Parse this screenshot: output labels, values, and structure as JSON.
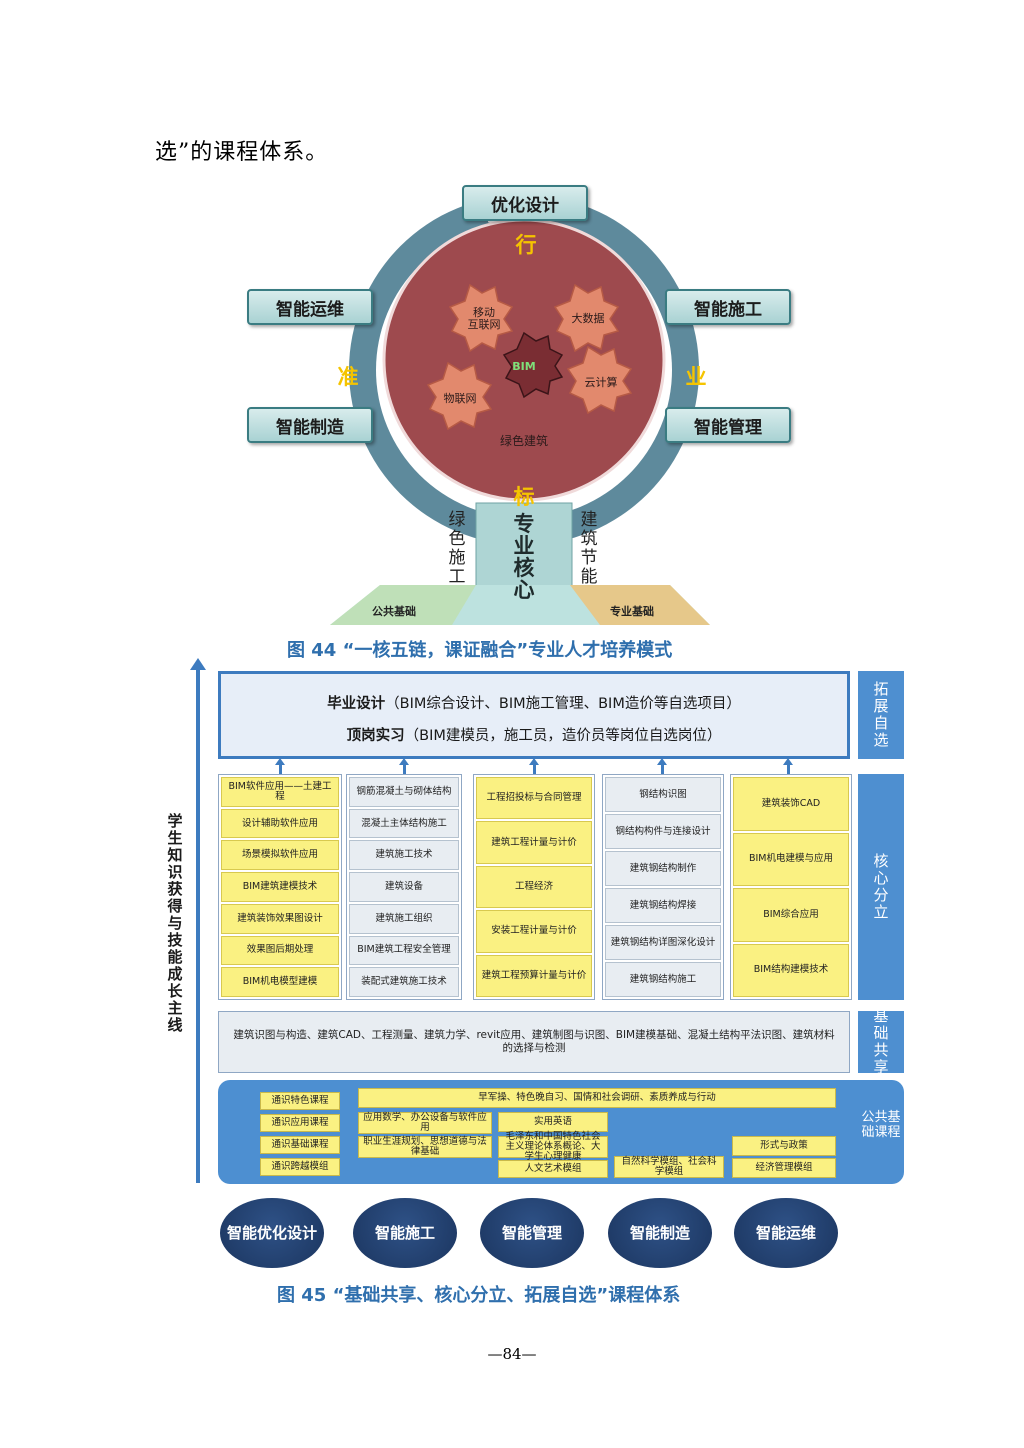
{
  "intro_text": "选”的课程体系。",
  "fig44": {
    "nodes": {
      "top": "优化设计",
      "left_top": "智能运维",
      "left_bottom": "智能制造",
      "right_top": "智能施工",
      "right_bottom": "智能管理"
    },
    "ring_chars": {
      "top": "行",
      "right": "业",
      "left": "准",
      "bottom": "标"
    },
    "gears": {
      "center": "BIM",
      "mobile": "移动\n互联网",
      "bigdata": "大数据",
      "cloud": "云计算",
      "iot": "物联网"
    },
    "green_building": "绿色建筑",
    "trunk": "专业核心",
    "left_side": "绿色施工",
    "right_side": "建筑节能",
    "base_left": "公共基础",
    "base_right": "专业基础",
    "colors": {
      "ring": "#5e8a9c",
      "hub": "#9e4a4e",
      "gear": "#e2896d",
      "center_gear": "#7a2d33",
      "trunk": "#aed5d4"
    },
    "caption": "图 44 “一核五链，课证融合”专业人才培养模式"
  },
  "fig45": {
    "axis_label": "学生知识获得与技能成长主线",
    "top": {
      "line1_bold": "毕业设计",
      "line1_rest": "（BIM综合设计、BIM施工管理、BIM造价等自选项目）",
      "line2_bold": "顶岗实习",
      "line2_rest": "（BIM建模员，施工员，造价员等岗位自选岗位）"
    },
    "tags": {
      "expand": "拓展自选",
      "core": "核心分立",
      "basic": "基础共享",
      "public": "公共基础课程"
    },
    "columns": [
      {
        "style": "y",
        "items": [
          "BIM软件应用——土建工程",
          "设计辅助软件应用",
          "场景模拟软件应用",
          "BIM建筑建模技术",
          "建筑装饰效果图设计",
          "效果图后期处理",
          "BIM机电模型建模"
        ]
      },
      {
        "style": "g",
        "items": [
          "钢筋混凝土与砌体结构",
          "混凝土主体结构施工",
          "建筑施工技术",
          "建筑设备",
          "建筑施工组织",
          "BIM建筑工程安全管理",
          "装配式建筑施工技术"
        ]
      },
      {
        "style": "y",
        "items": [
          "工程招投标与合同管理",
          "建筑工程计量与计价",
          "工程经济",
          "安装工程计量与计价",
          "建筑工程预算计量与计价"
        ]
      },
      {
        "style": "g",
        "items": [
          "钢结构识图",
          "钢结构构件与连接设计",
          "建筑钢结构制作",
          "建筑钢结构焊接",
          "建筑钢结构详图深化设计",
          "建筑钢结构施工"
        ]
      },
      {
        "style": "y",
        "items": [
          "建筑装饰CAD",
          "BIM机电建模与应用",
          "BIM综合应用",
          "BIM结构建模技术"
        ]
      }
    ],
    "basic_courses": "建筑识图与构造、建筑CAD、工程测量、建筑力学、revit应用、建筑制图与识图、BIM建模基础、混凝土结构平法识图、建筑材料的选择与检测",
    "public": {
      "left": [
        "通识特色课程",
        "通识应用课程",
        "通识基础课程",
        "通识跨越模组"
      ],
      "wide": "早军操、特色晚自习、国情和社会调研、素质养成与行动",
      "office": "应用数学、办公设备与软件应用",
      "career": "职业生涯规划、思想道德与法律基础",
      "english": "实用英语",
      "mao": "毛泽东和中国特色社会主义理论体系概论、大学生心理健康",
      "humanities": "人文艺术模组",
      "science": "自然科学模组、社会科学模组",
      "policy": "形式与政策",
      "econ": "经济管理模组"
    },
    "bubbles": [
      "智能优化设计",
      "智能施工",
      "智能管理",
      "智能制造",
      "智能运维"
    ],
    "caption": "图 45 “基础共享、核心分立、拓展自选”课程体系"
  },
  "page_number": "—84—"
}
